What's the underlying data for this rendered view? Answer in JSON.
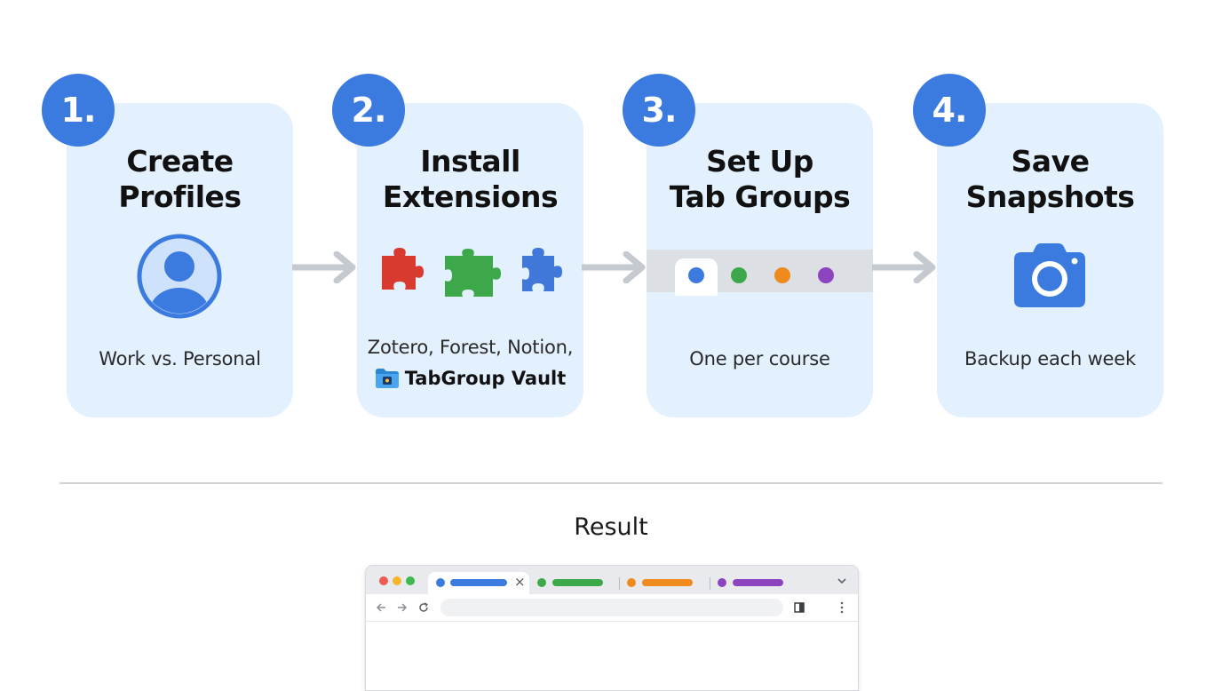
{
  "steps": [
    {
      "number": "1.",
      "title_line1": "Create",
      "title_line2": "Profiles",
      "subtitle": "Work vs. Personal",
      "icon": "user-profile-icon"
    },
    {
      "number": "2.",
      "title_line1": "Install",
      "title_line2": "Extensions",
      "subtitle_line1": "Zotero, Forest, Notion,",
      "subtitle_line2": "TabGroup Vault",
      "icon": "puzzle-piece-icon"
    },
    {
      "number": "3.",
      "title_line1": "Set Up",
      "title_line2": "Tab Groups",
      "subtitle": "One per course",
      "icon": "tab-strip-icon"
    },
    {
      "number": "4.",
      "title_line1": "Save",
      "title_line2": "Snapshots",
      "subtitle": "Backup each week",
      "icon": "camera-icon"
    }
  ],
  "result": {
    "title": "Result",
    "close_glyph": "×"
  },
  "colors": {
    "card_bg": "#e3f0fd",
    "badge": "#3b7be0",
    "arrow": "#c5cad0",
    "red": "#d93a30",
    "green": "#3da84a",
    "blue": "#3f78d8",
    "orange": "#f08a1c",
    "purple": "#8c44bf"
  }
}
